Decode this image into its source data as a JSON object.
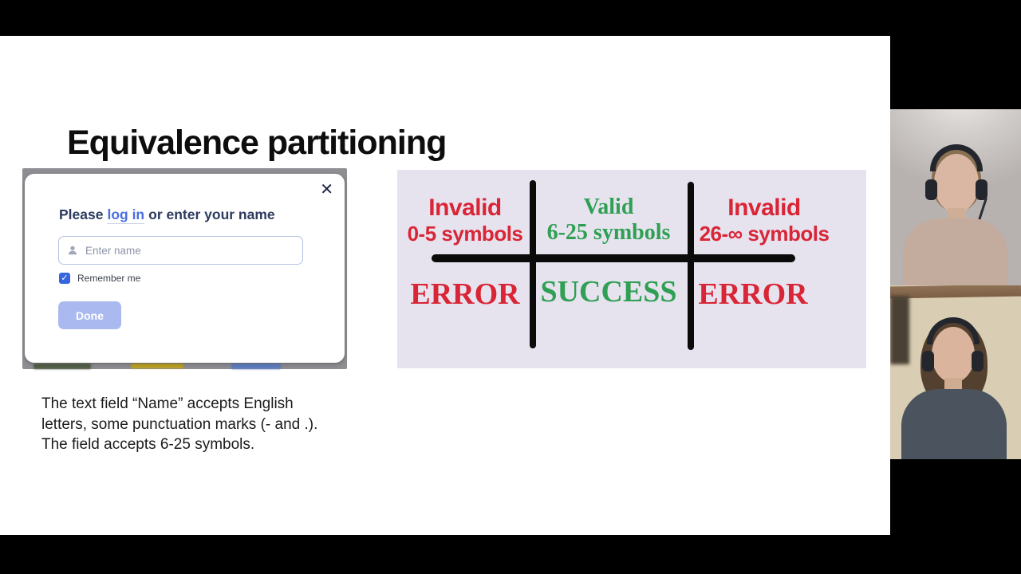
{
  "slide": {
    "title": "Equivalence partitioning",
    "description_lines": [
      "The text field “Name” accepts English",
      "letters, some punctuation marks (- and .).",
      "The field accepts 6-25 symbols."
    ]
  },
  "login_modal": {
    "close_icon": "✕",
    "heading": {
      "prefix": "Please",
      "link": "log in",
      "suffix": "or enter your name"
    },
    "name_input": {
      "value": "",
      "placeholder": "Enter name"
    },
    "remember_me": {
      "label": "Remember me",
      "checked": true,
      "check_icon": "✓"
    },
    "done_button_label": "Done",
    "colors": {
      "heading_text": "#2c3a5e",
      "link": "#4a6ee0",
      "checkbox": "#3566e0",
      "done_button": "#aab9ef",
      "input_border": "#b6c2e2"
    }
  },
  "partition_diagram": {
    "background_color": "#e6e3ef",
    "line_color": "#0b0b0b",
    "invalid_color": "#d92535",
    "valid_color": "#2fa053",
    "columns": [
      {
        "zone": "Invalid",
        "range": "0-5 symbols",
        "result": "ERROR"
      },
      {
        "zone": "Valid",
        "range": "6-25 symbols",
        "result": "SUCCESS"
      },
      {
        "zone": "Invalid",
        "range": "26-∞ symbols",
        "result": "ERROR"
      }
    ]
  }
}
